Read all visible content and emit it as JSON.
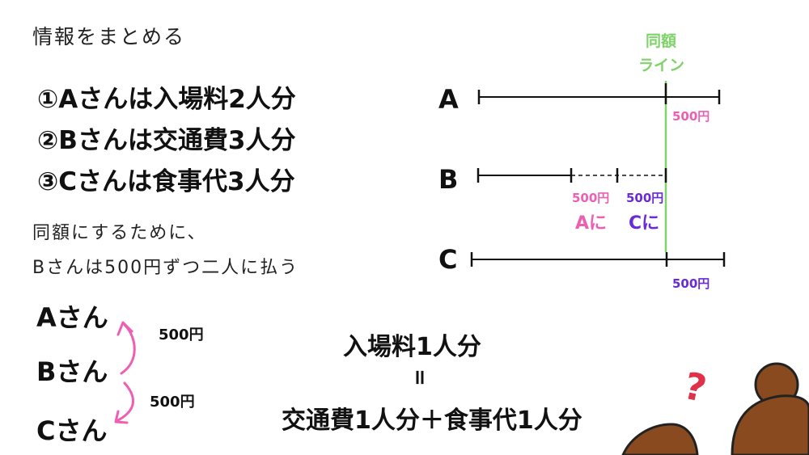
{
  "heading": "情報をまとめる",
  "facts": [
    "①Aさんは入場料2人分",
    "②Bさんは交通費3人分",
    "③Cさんは食事代3人分"
  ],
  "note": {
    "line1": "同額にするために、",
    "line2": "Bさんは500円ずつ二人に払う"
  },
  "people": {
    "a": "Aさん",
    "b": "Bさん",
    "c": "Cさん"
  },
  "transfers": {
    "b_to_a": "500円",
    "b_to_c": "500円"
  },
  "equation": {
    "top": "入場料1人分",
    "equals": "=",
    "bottom": "交通費1人分＋食事代1人分"
  },
  "lines": {
    "equal_line_label1": "同額",
    "equal_line_label2": "ライン",
    "row_a": "A",
    "row_b": "B",
    "row_c": "C",
    "a_excess": "500円",
    "b_seg1": "500円",
    "b_seg2": "500円",
    "b_tag1": "Aに",
    "b_tag2": "Cに",
    "c_excess": "500円"
  },
  "colors": {
    "pink": "#ee5fb3",
    "purple": "#6a2bd6",
    "green": "#7fd36a",
    "question": "#e0304a",
    "hair": "#8a4a1f"
  },
  "decor": {
    "question_mark": "?"
  }
}
